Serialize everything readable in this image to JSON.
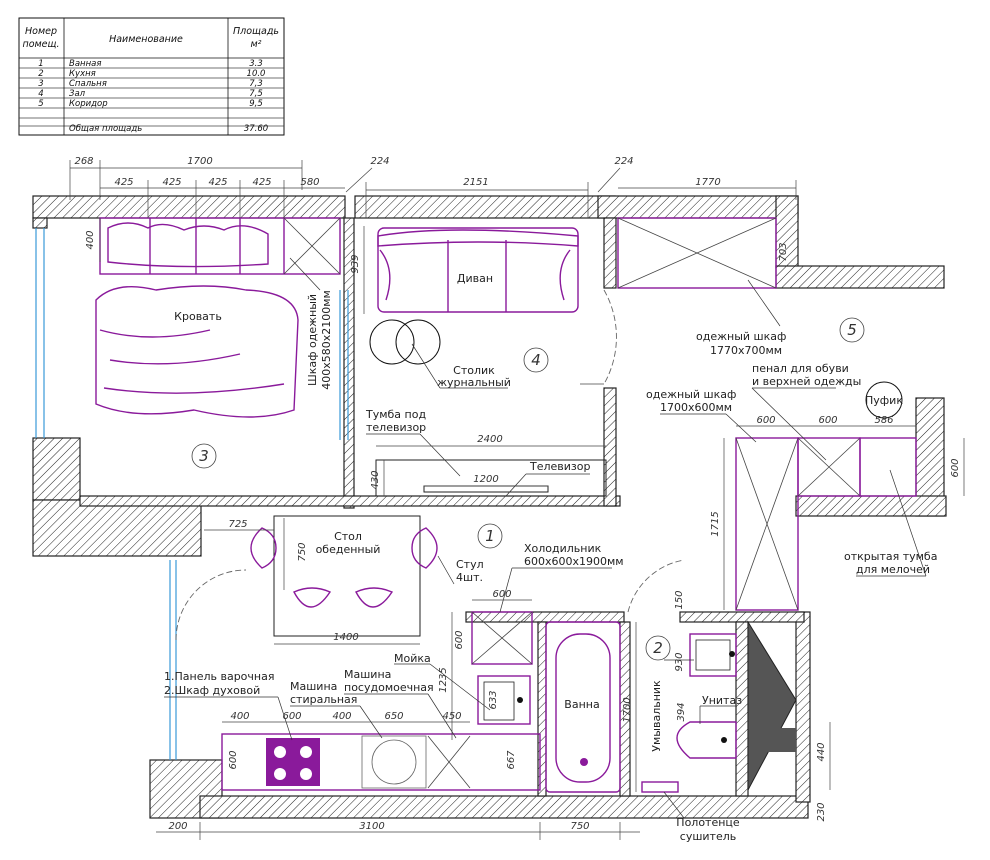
{
  "table": {
    "header": {
      "num": "Номер помещ.",
      "name": "Наименование",
      "area": "Площадь м²"
    },
    "rows": [
      {
        "num": "1",
        "name": "Ванная",
        "area": "3.3"
      },
      {
        "num": "2",
        "name": "Кухня",
        "area": "10.0"
      },
      {
        "num": "3",
        "name": "Спальня",
        "area": "7,3"
      },
      {
        "num": "4",
        "name": "Зал",
        "area": "7,5"
      },
      {
        "num": "5",
        "name": "Коридор",
        "area": "9,5"
      }
    ],
    "total": {
      "name": "Общая площадь",
      "area": "37.60"
    }
  },
  "labels": {
    "bed": "Кровать",
    "wardrobe_bed_1": "Шкаф одежный",
    "wardrobe_bed_2": "400х580х2100мм",
    "sofa": "Диван",
    "coffee_table_1": "Столик",
    "coffee_table_2": "журнальный",
    "tv_stand_1": "Тумба под",
    "tv_stand_2": "телевизор",
    "tv": "Телевизор",
    "wardrobe_1770_1": "одежный шкаф",
    "wardrobe_1770_2": "1770х700мм",
    "shoe_cab_1": "пенал для обуви",
    "shoe_cab_2": "и верхней одежды",
    "wardrobe_1700_1": "одежный шкаф",
    "wardrobe_1700_2": "1700х600мм",
    "pouf": "Пуфик",
    "open_stand_1": "открытая тумба",
    "open_stand_2": "для мелочей",
    "table_1": "Стол",
    "table_2": "обеденный",
    "chair_1": "Стул",
    "chair_2": "4шт.",
    "fridge_1": "Холодильник",
    "fridge_2": "600х600х1900мм",
    "sink": "Мойка",
    "dishwasher_1": "Машина",
    "dishwasher_2": "посудомоечная",
    "washer_1": "Машина",
    "washer_2": "стиральная",
    "hob_1": "1.Панель варочная",
    "hob_2": "2.Шкаф духовой",
    "bath": "Ванна",
    "washbasin": "Умывальник",
    "toilet": "Унитаз",
    "towel_1": "Полотенце",
    "towel_2": "сушитель"
  },
  "rooms": {
    "r1": "1",
    "r2": "2",
    "r3": "3",
    "r4": "4",
    "r5": "5"
  },
  "dims": {
    "d268": "268",
    "d1700": "1700",
    "d425a": "425",
    "d425b": "425",
    "d425c": "425",
    "d425d": "425",
    "d580": "580",
    "d224a": "224",
    "d2151": "2151",
    "d224b": "224",
    "d1770": "1770",
    "d400": "400",
    "d939": "939",
    "d703": "703",
    "d2400": "2400",
    "d1200": "1200",
    "d430": "430",
    "d725": "725",
    "d750": "750",
    "d1400": "1400",
    "d600f": "600",
    "d600fv": "600",
    "d1235": "1235",
    "d633": "633",
    "d667": "667",
    "d400k1": "400",
    "d600k": "600",
    "d400k2": "400",
    "d650": "650",
    "d450": "450",
    "d600kv": "600",
    "d200": "200",
    "d3100": "3100",
    "d750b": "750",
    "d1700v": "1700",
    "d150": "150",
    "d930": "930",
    "d394": "394",
    "d440": "440",
    "d230": "230",
    "d600c1": "600",
    "d600c2": "600",
    "d586": "586",
    "d600cv": "600",
    "d1715": "1715"
  }
}
